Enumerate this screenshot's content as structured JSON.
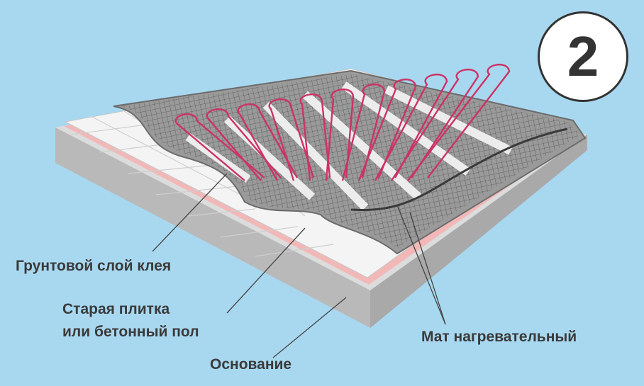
{
  "badge": {
    "number": "2"
  },
  "labels": {
    "primer": "Грунтовой слой клея",
    "old_tile_line1": "Старая плитка",
    "old_tile_line2": "или бетонный пол",
    "base": "Основание",
    "heating_mat": "Мат нагревательный"
  },
  "colors": {
    "background": "#a8d8f0",
    "base_slab": "#c8c8c8",
    "tile": "#f4f4f4",
    "pink_layer": "#f2b8b8",
    "mesh": "#555555",
    "heating_cable": "#cc3366",
    "adhesive": "#8c8c8c"
  }
}
